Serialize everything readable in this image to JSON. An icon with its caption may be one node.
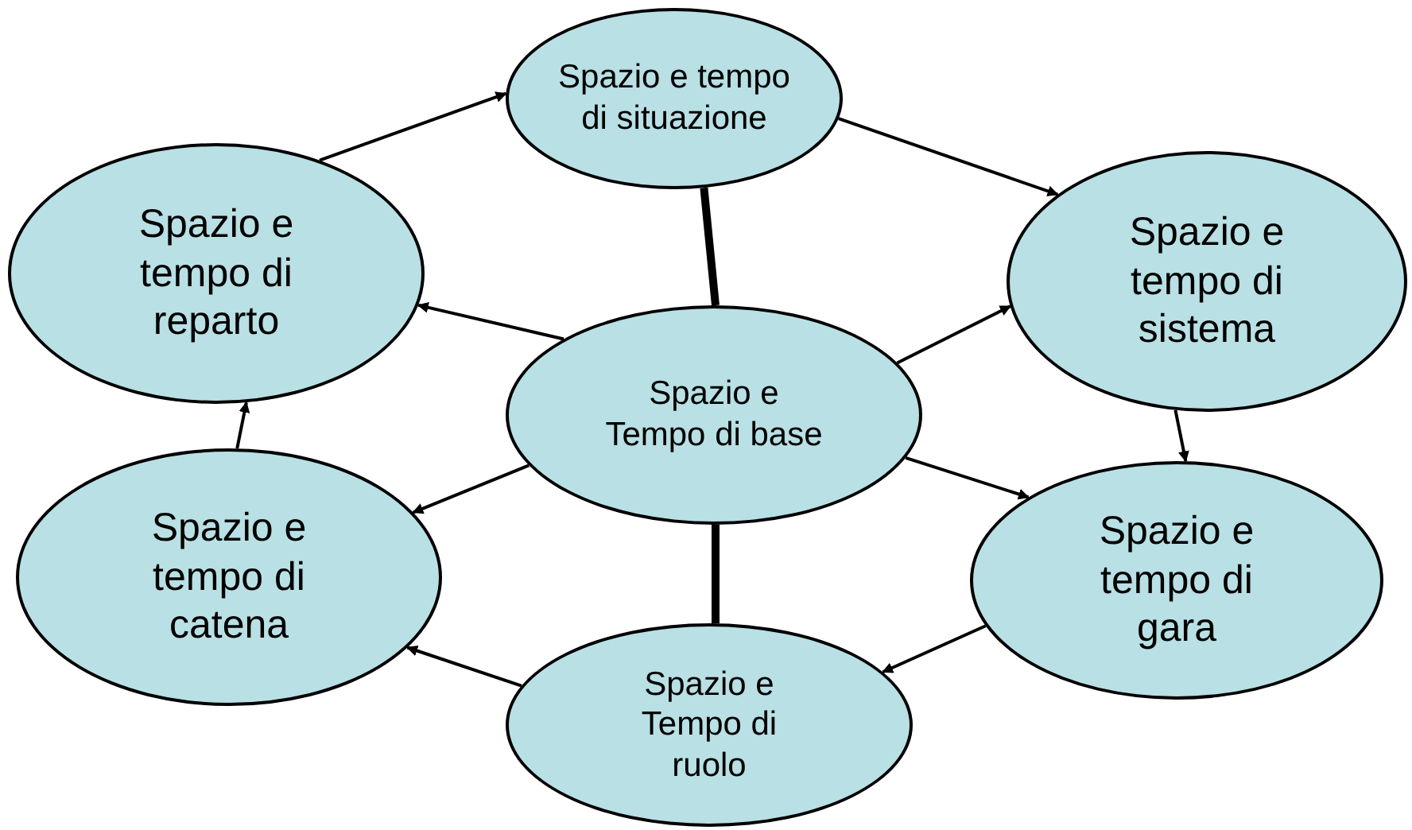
{
  "diagram": {
    "nodes": [
      {
        "text": [
          "Spazio e tempo di situazione"
        ]
      },
      {
        "text": [
          "Spazio e tempo di reparto"
        ]
      },
      {
        "text": [
          "Spazio e tempo di sistema"
        ]
      },
      {
        "text": [
          "Spazio e Tempo di base"
        ]
      },
      {
        "text": [
          "Spazio e tempo di catena"
        ]
      },
      {
        "text": [
          "Spazio e tempo di gara"
        ]
      },
      {
        "text": [
          "Spazio e Tempo di ruolo"
        ]
      }
    ],
    "edges": [
      {
        "from": 1,
        "to": 0,
        "arrow": "to"
      },
      {
        "from": 0,
        "to": 2,
        "arrow": "to"
      },
      {
        "from": 2,
        "to": 5,
        "arrow": "to"
      },
      {
        "from": 5,
        "to": 6,
        "arrow": "to"
      },
      {
        "from": 6,
        "to": 4,
        "arrow": "to"
      },
      {
        "from": 4,
        "to": 1,
        "arrow": "to"
      },
      {
        "from": 3,
        "to": 1,
        "arrow": "to"
      },
      {
        "from": 3,
        "to": 2,
        "arrow": "to"
      },
      {
        "from": 3,
        "to": 4,
        "arrow": "to"
      },
      {
        "from": 3,
        "to": 5,
        "arrow": "to"
      },
      {
        "from": 0,
        "to": 3,
        "arrow": "none",
        "style": "thick"
      },
      {
        "from": 3,
        "to": 6,
        "arrow": "none",
        "style": "thick"
      }
    ]
  }
}
